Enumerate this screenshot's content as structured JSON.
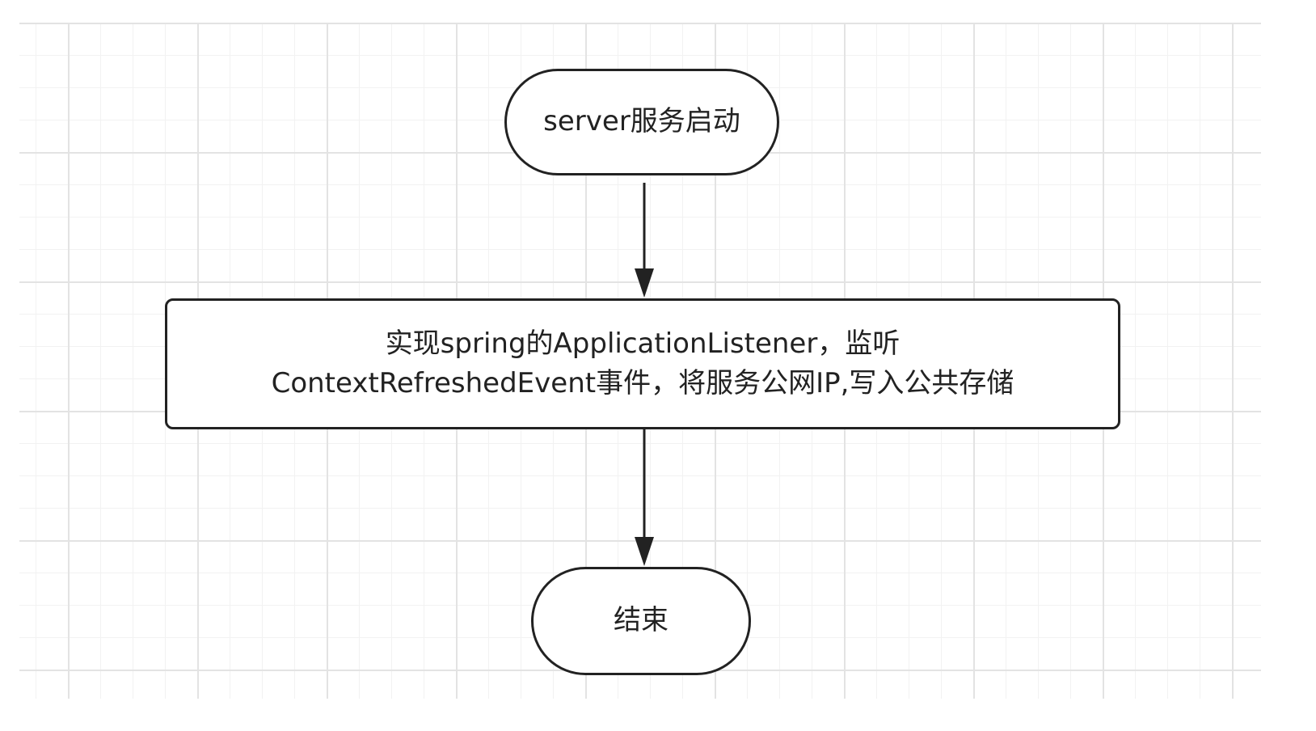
{
  "diagram": {
    "nodes": {
      "start": {
        "shape": "terminator",
        "label": "server服务启动"
      },
      "process": {
        "shape": "process",
        "label": "实现spring的ApplicationListener，监听\nContextRefreshedEvent事件，将服务公网IP,写入公共存储"
      },
      "end": {
        "shape": "terminator",
        "label": "结束"
      }
    },
    "edges": [
      {
        "from": "start",
        "to": "process"
      },
      {
        "from": "process",
        "to": "end"
      }
    ],
    "colors": {
      "stroke": "#222222",
      "text": "#222222",
      "background": "#ffffff",
      "grid_major": "#e3e3e3",
      "grid_minor": "#f2f2f2"
    }
  }
}
